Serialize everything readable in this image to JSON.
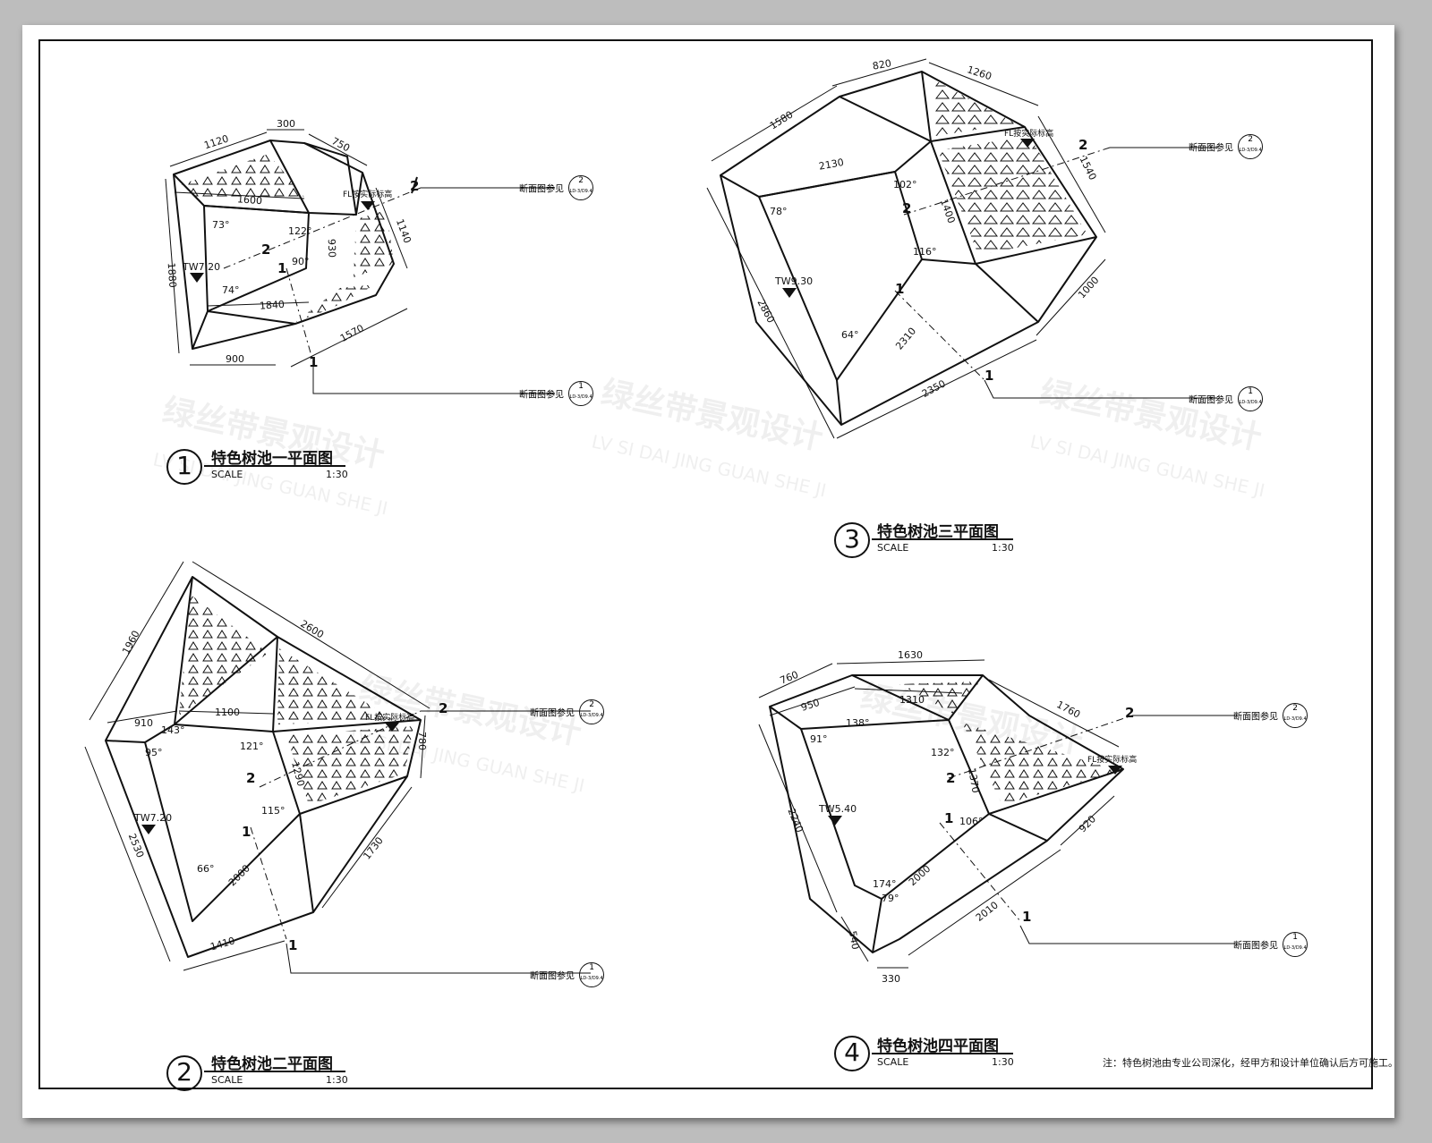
{
  "drawings": [
    {
      "index": "1",
      "title": "特色树池一平面图",
      "scale_label": "SCALE",
      "scale_value": "1:30"
    },
    {
      "index": "2",
      "title": "特色树池二平面图",
      "scale_label": "SCALE",
      "scale_value": "1:30"
    },
    {
      "index": "3",
      "title": "特色树池三平面图",
      "scale_label": "SCALE",
      "scale_value": "1:30"
    },
    {
      "index": "4",
      "title": "特色树池四平面图",
      "scale_label": "SCALE",
      "scale_value": "1:30"
    }
  ],
  "section_ref": {
    "text": "断面图参见",
    "sheet": "LD-3/D9.4",
    "one": "1",
    "two": "2"
  },
  "levels": {
    "tw1": "TW7.20",
    "tw2": "TW7.20",
    "tw3": "TW9.30",
    "tw4": "TW5.40",
    "fl": "FL按实际标高"
  },
  "dims1": [
    "1120",
    "300",
    "750",
    "1600",
    "1140",
    "930",
    "1880",
    "1840",
    "900",
    "1570",
    "73°",
    "122°",
    "90°",
    "74°"
  ],
  "dims2": [
    "1960",
    "2600",
    "910",
    "1100",
    "780",
    "1290",
    "2530",
    "2000",
    "1410",
    "1730",
    "143°",
    "95°",
    "121°",
    "115°",
    "66°"
  ],
  "dims3": [
    "820",
    "1260",
    "1580",
    "2130",
    "1540",
    "1400",
    "2860",
    "2310",
    "2350",
    "1000",
    "78°",
    "102°",
    "116°",
    "64°"
  ],
  "dims4": [
    "760",
    "1630",
    "950",
    "1310",
    "1760",
    "2240",
    "2000",
    "2010",
    "920",
    "540",
    "330",
    "1370",
    "91°",
    "138°",
    "132°",
    "106°",
    "174°",
    "79°"
  ],
  "watermark": {
    "cn": "绿丝带景观设计",
    "en": "LV SI DAI JING GUAN SHE JI"
  },
  "note": "注：特色树池由专业公司深化，经甲方和设计单位确认后方可施工。"
}
